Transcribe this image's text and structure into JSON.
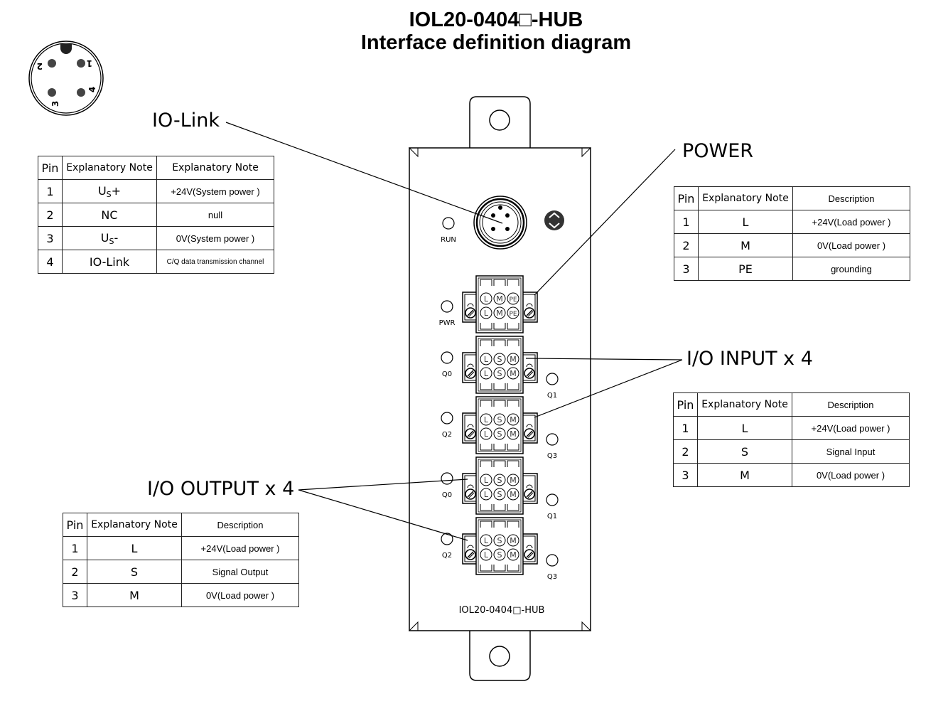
{
  "header": {
    "title_line1": "IOL20-0404□-HUB",
    "title_line2": "Interface definition diagram"
  },
  "connector_pinout": {
    "pins": [
      "1",
      "2",
      "3",
      "4"
    ]
  },
  "device": {
    "model_label": "IOL20-0404□-HUB",
    "leds": {
      "run": "RUN",
      "pwr": "PWR",
      "q0_a": "Q0",
      "q1_a": "Q1",
      "q2_a": "Q2",
      "q3_a": "Q3",
      "q0_b": "Q0",
      "q1_b": "Q1",
      "q2_b": "Q2",
      "q3_b": "Q3"
    },
    "power_terminal": [
      "L",
      "M",
      "PE"
    ],
    "io_terminal": [
      "L",
      "S",
      "M"
    ]
  },
  "callouts": {
    "io_link": "IO-Link",
    "power": "POWER",
    "io_input": "I/O INPUT x 4",
    "io_output": "I/O OUTPUT x 4"
  },
  "tables": {
    "io_link": {
      "headers": [
        "Pin",
        "Explanatory Note",
        "Explanatory Note"
      ],
      "rows": [
        {
          "pin": "1",
          "note_main": "U",
          "note_sub": "S",
          "note_suffix": "+",
          "desc": "+24V(System power )"
        },
        {
          "pin": "2",
          "note_main": "NC",
          "note_sub": "",
          "note_suffix": "",
          "desc": "null"
        },
        {
          "pin": "3",
          "note_main": "U",
          "note_sub": "S",
          "note_suffix": "-",
          "desc": "0V(System power )"
        },
        {
          "pin": "4",
          "note_main": "IO-Link",
          "note_sub": "",
          "note_suffix": "",
          "desc": "C/Q data transmission channel"
        }
      ]
    },
    "power": {
      "headers": [
        "Pin",
        "Explanatory Note",
        "Description"
      ],
      "rows": [
        {
          "pin": "1",
          "note": "L",
          "desc": "+24V(Load power )"
        },
        {
          "pin": "2",
          "note": "M",
          "desc": "0V(Load power )"
        },
        {
          "pin": "3",
          "note": "PE",
          "desc": "grounding"
        }
      ]
    },
    "io_input": {
      "headers": [
        "Pin",
        "Explanatory Note",
        "Description"
      ],
      "rows": [
        {
          "pin": "1",
          "note": "L",
          "desc": "+24V(Load power )"
        },
        {
          "pin": "2",
          "note": "S",
          "desc": "Signal Input"
        },
        {
          "pin": "3",
          "note": "M",
          "desc": "0V(Load power )"
        }
      ]
    },
    "io_output": {
      "headers": [
        "Pin",
        "Explanatory Note",
        "Description"
      ],
      "rows": [
        {
          "pin": "1",
          "note": "L",
          "desc": "+24V(Load power )"
        },
        {
          "pin": "2",
          "note": "S",
          "desc": "Signal Output"
        },
        {
          "pin": "3",
          "note": "M",
          "desc": "0V(Load power )"
        }
      ]
    }
  }
}
